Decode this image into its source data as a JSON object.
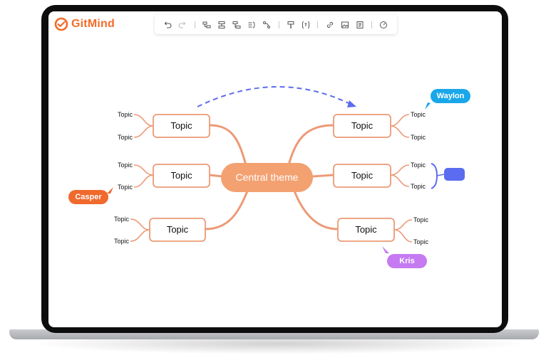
{
  "app": {
    "name": "GitMind"
  },
  "toolbar": {
    "groups": [
      [
        "undo-icon",
        "redo-icon"
      ],
      [
        "add-child-topic-icon",
        "add-sibling-topic-icon",
        "add-parent-topic-icon",
        "summary-icon",
        "relation-icon"
      ],
      [
        "format-painter-icon",
        "formula-icon"
      ],
      [
        "link-icon",
        "image-icon",
        "note-icon"
      ],
      [
        "style-icon"
      ]
    ]
  },
  "mindmap": {
    "central": "Central theme",
    "left_topics": [
      {
        "label": "Topic",
        "subtopics": [
          "Topic",
          "Topic"
        ]
      },
      {
        "label": "Topic",
        "subtopics": [
          "Topic",
          "Topic"
        ]
      },
      {
        "label": "Topic",
        "subtopics": [
          "Topic",
          "Topic"
        ]
      }
    ],
    "right_topics": [
      {
        "label": "Topic",
        "subtopics": [
          "Topic",
          "Topic"
        ]
      },
      {
        "label": "Topic",
        "subtopics": [
          "Topic",
          "Topic"
        ]
      },
      {
        "label": "Topic",
        "subtopics": [
          "Topic",
          "Topic"
        ]
      }
    ]
  },
  "collaborators": [
    {
      "name": "Waylon",
      "color": "#1aa7ea"
    },
    {
      "name": "Casper",
      "color": "#f0692d"
    },
    {
      "name": "Kris",
      "color": "#c57af2"
    }
  ],
  "colors": {
    "accent": "#f26b2a",
    "branch": "#ec9a76",
    "central_fill": "#f3a171",
    "relation": "#5b6cf0",
    "summary": "#5b6cf0"
  }
}
